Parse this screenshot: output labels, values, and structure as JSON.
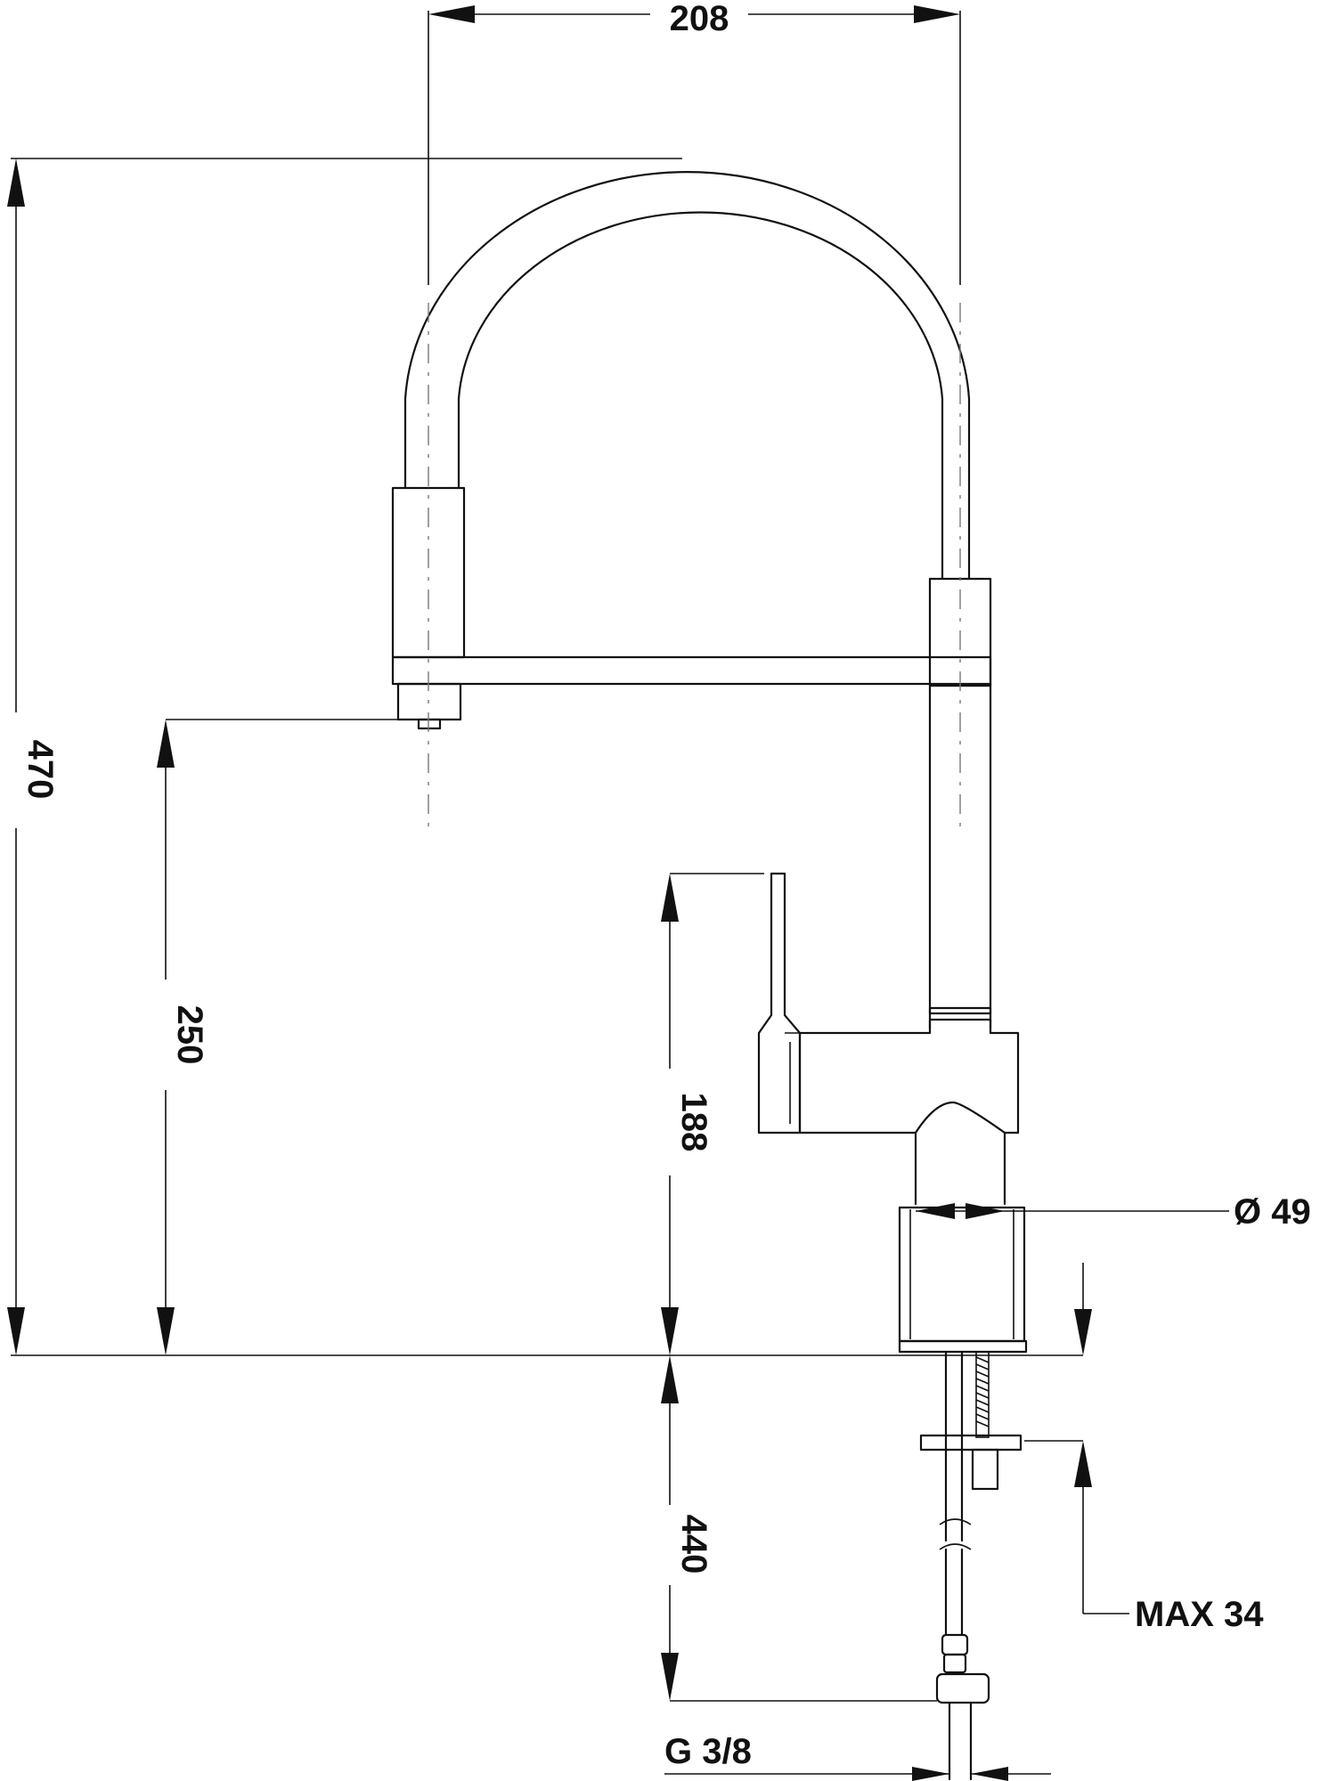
{
  "dimensions": {
    "overall_width": "208",
    "overall_height": "470",
    "spout_height": "250",
    "handle_height": "188",
    "hose_length": "440",
    "base_diameter": "Ø 49",
    "max_counter_thickness": "MAX 34",
    "connection_thread": "G 3/8"
  },
  "colors": {
    "line": "#111111",
    "centerline": "#777777",
    "background": "#ffffff"
  }
}
